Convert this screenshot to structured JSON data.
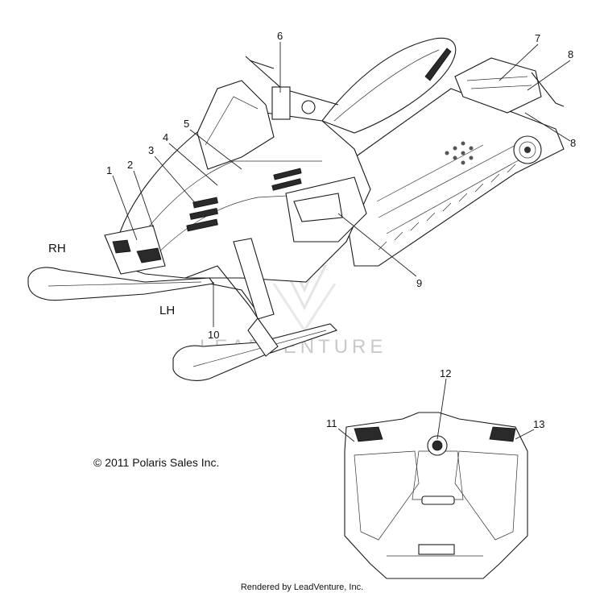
{
  "callouts": [
    "1",
    "2",
    "3",
    "4",
    "5",
    "6",
    "7",
    "8",
    "8",
    "9",
    "10",
    "11",
    "12",
    "13"
  ],
  "side_labels": {
    "right": "RH",
    "left": "LH"
  },
  "watermark": "LEADVENTURE",
  "copyright": "© 2011 Polaris Sales Inc.",
  "rendered_by": "Rendered by LeadVenture, Inc."
}
